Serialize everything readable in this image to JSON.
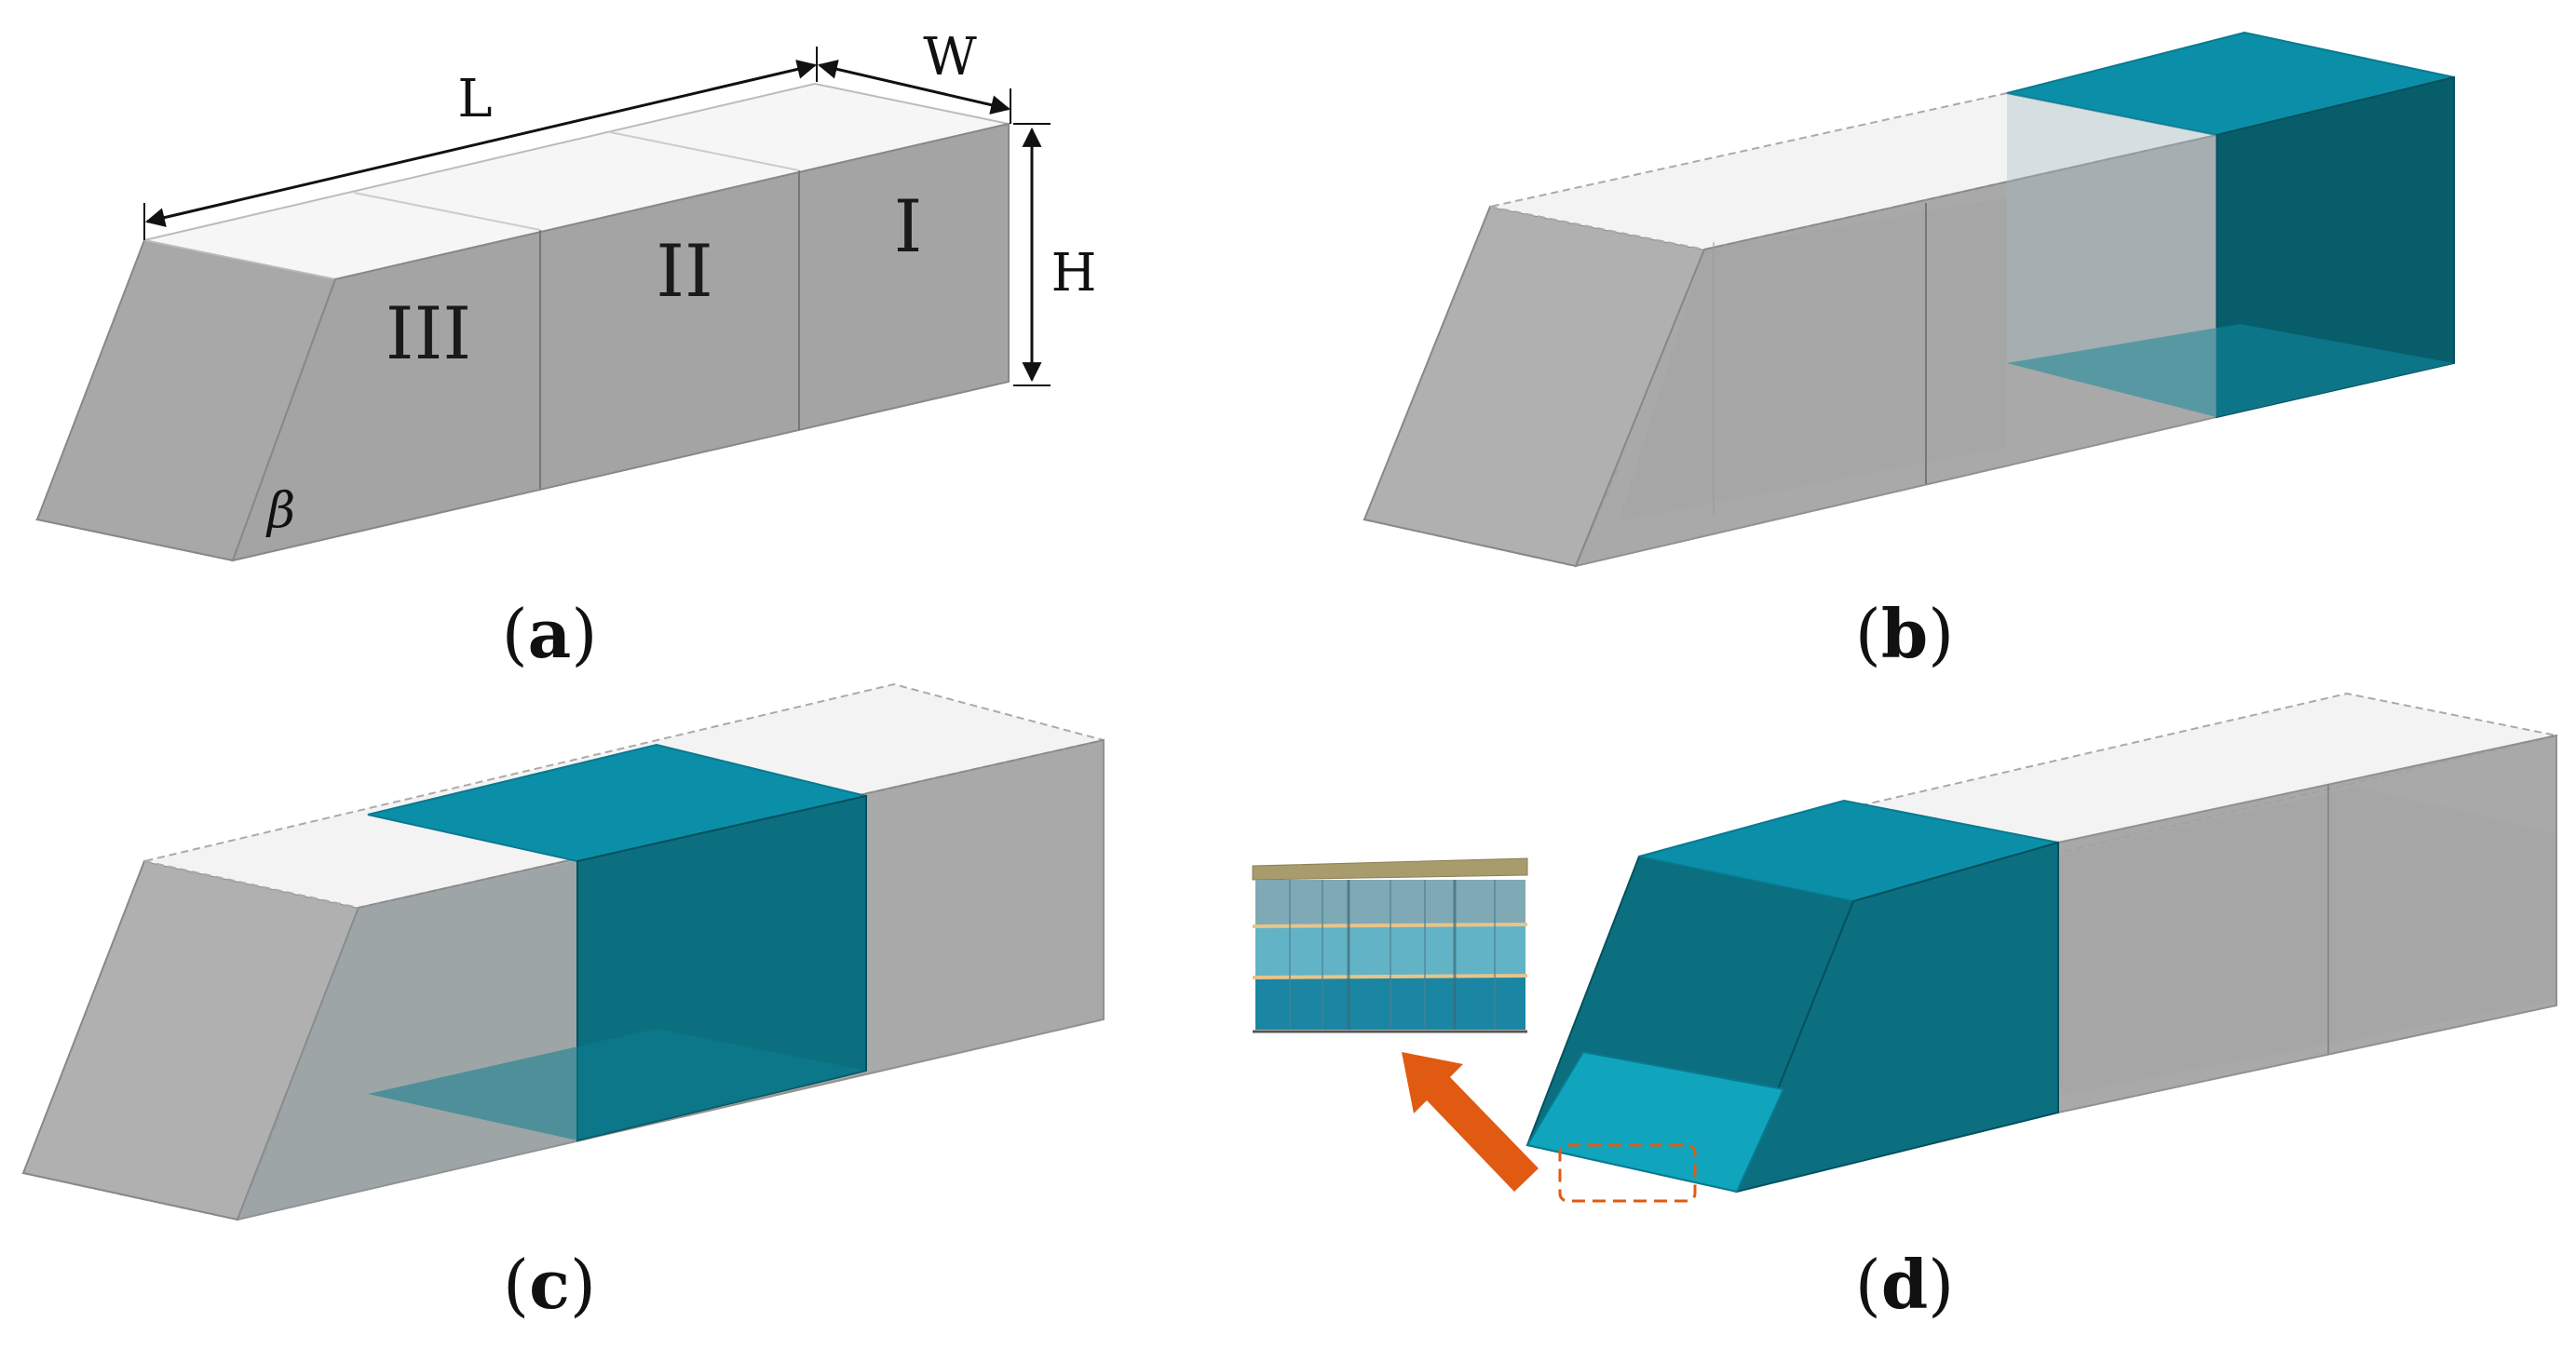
{
  "panels": {
    "a": {
      "caption": {
        "open": "(",
        "letter": "a",
        "close": ")"
      },
      "dimensions": {
        "length": "L",
        "width": "W",
        "height": "H"
      },
      "regions": [
        "I",
        "II",
        "III"
      ],
      "angle_label": "β"
    },
    "b": {
      "caption": {
        "open": "(",
        "letter": "b",
        "close": ")"
      },
      "highlighted_region": "I"
    },
    "c": {
      "caption": {
        "open": "(",
        "letter": "c",
        "close": ")"
      },
      "highlighted_region": "II"
    },
    "d": {
      "caption": {
        "open": "(",
        "letter": "d",
        "close": ")"
      },
      "highlighted_region": "III"
    }
  },
  "colors": {
    "shell_gray": "#a8a8a8",
    "top_white": "#f5f5f5",
    "teal_top": "#0b8fa8",
    "teal_front": "#0b6f80",
    "teal_dark": "#085d6b",
    "arrow_orange": "#e05a12",
    "inset_top": "#a89b6c"
  }
}
